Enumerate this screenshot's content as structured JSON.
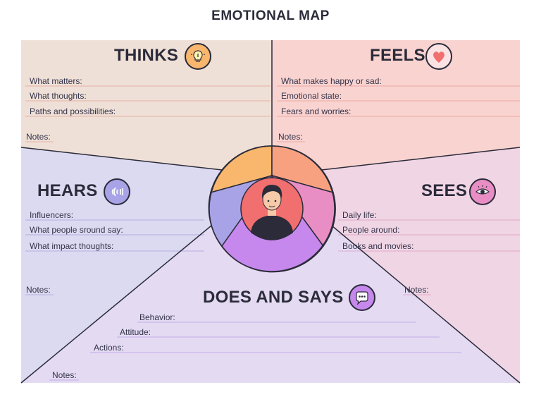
{
  "title": "EMOTIONAL MAP",
  "sections": {
    "thinks": {
      "title": "THINKS",
      "fields": [
        "What matters:",
        "What thoughts:",
        "Paths and possibilities:"
      ],
      "notes": "Notes:"
    },
    "feels": {
      "title": "FEELS",
      "fields": [
        "What makes happy or sad:",
        "Emotional state:",
        "Fears and worries:"
      ],
      "notes": "Notes:"
    },
    "hears": {
      "title": "HEARS",
      "fields": [
        "Influencers:",
        "What people sround say:",
        "What impact thoughts:"
      ],
      "notes": "Notes:"
    },
    "sees": {
      "title": "SEES",
      "fields": [
        "Daily life:",
        "People around:",
        "Books and movies:"
      ],
      "notes": "Notes:"
    },
    "does": {
      "title": "DOES AND SAYS",
      "fields": [
        "Behavior:",
        "Attitude:",
        "Actions:"
      ],
      "notes": "Notes:"
    }
  },
  "icons": {
    "thinks": "lightbulb-icon",
    "feels": "heart-icon",
    "hears": "sound-waves-icon",
    "sees": "eye-icon",
    "does": "speech-bubble-icon",
    "center": "person-avatar"
  },
  "colors": {
    "thinks_bg": "#efe0d7",
    "feels_bg": "#f9d3d0",
    "hears_bg": "#dcdaf1",
    "sees_bg": "#f0d5e4",
    "does_bg": "#e4dbf3",
    "ring_thinks": "#f9b76e",
    "ring_feels": "#f8a181",
    "ring_hears": "#a8a3e6",
    "ring_sees": "#e98ec5",
    "ring_does": "#c688ec",
    "center": "#f26f6f",
    "outline": "#2b2b3a"
  }
}
